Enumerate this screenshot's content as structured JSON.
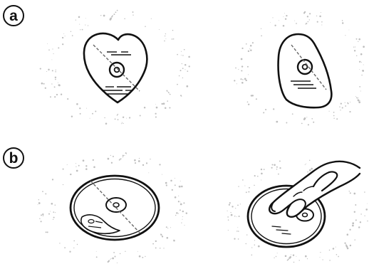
{
  "labels": {
    "a": "a",
    "b": "b"
  },
  "panels": [
    {
      "name": "heart-disc-panel",
      "section": "a"
    },
    {
      "name": "oval-disc-panel",
      "section": "a"
    },
    {
      "name": "standard-disc-with-label-panel",
      "section": "b"
    },
    {
      "name": "disc-handling-hand-panel",
      "section": "b"
    }
  ],
  "colors": {
    "ink": "#111111",
    "speckle": "#8a8a8a",
    "background": "#ffffff"
  }
}
